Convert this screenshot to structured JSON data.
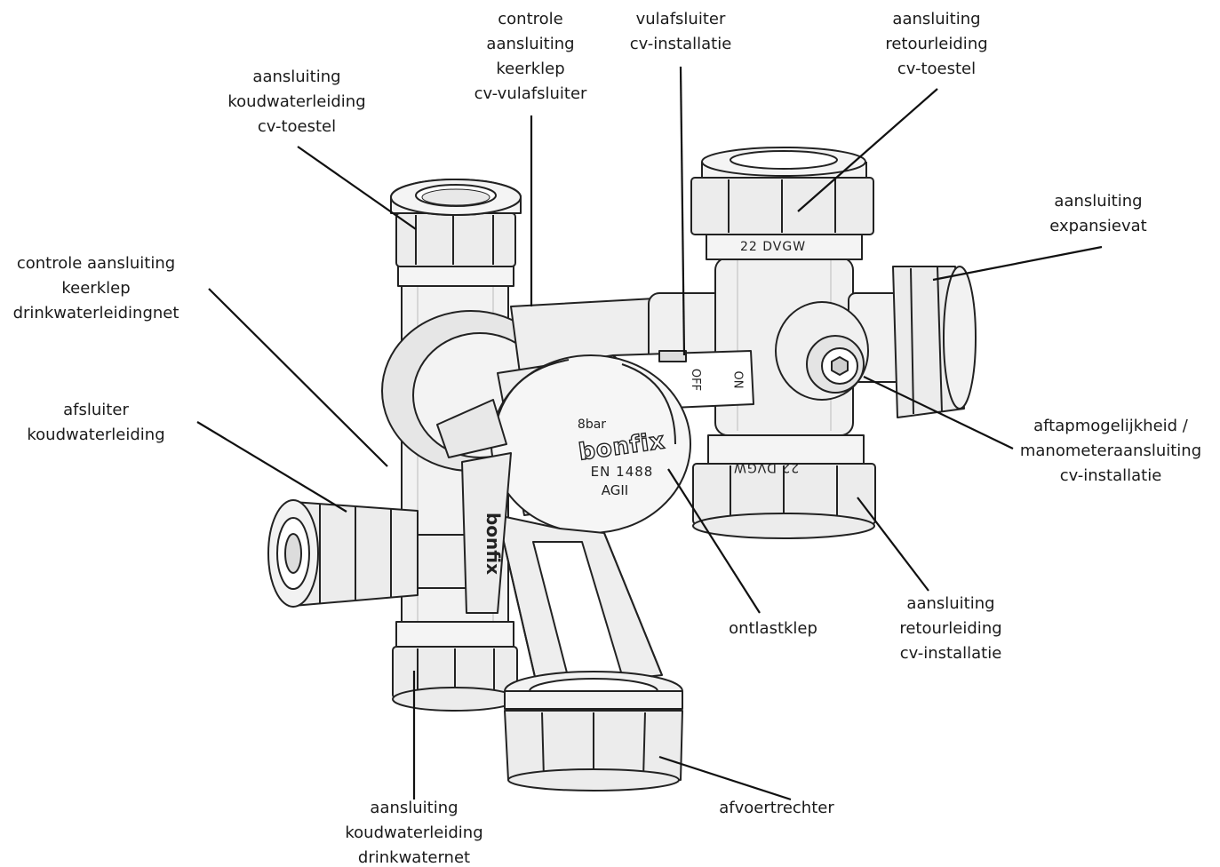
{
  "labels": {
    "ctrl_keerklep_cv": [
      "controle",
      "aansluiting",
      "keerklep",
      "cv-vulafsluiter"
    ],
    "vulafsluiter": [
      "vulafsluiter",
      "cv-installatie"
    ],
    "retour_toestel": [
      "aansluiting",
      "retourleiding",
      "cv-toestel"
    ],
    "koud_toestel": [
      "aansluiting",
      "koudwaterleiding",
      "cv-toestel"
    ],
    "expansievat": [
      "aansluiting",
      "expansievat"
    ],
    "ctrl_keerklep_drink": [
      "controle aansluiting",
      "keerklep",
      "drinkwaterleidingnet"
    ],
    "afsluiter_koud": [
      "afsluiter",
      "koudwaterleiding"
    ],
    "aftap": [
      "aftapmogelijkheid /",
      "manometeraansluiting",
      "cv-installatie"
    ],
    "ontlastklep": [
      "ontlastklep"
    ],
    "retour_installatie": [
      "aansluiting",
      "retourleiding",
      "cv-installatie"
    ],
    "afvoertrechter": [
      "afvoertrechter"
    ],
    "koud_drinkwaternet": [
      "aansluiting",
      "koudwaterleiding",
      "drinkwaternet"
    ]
  },
  "body_markings": {
    "pressure": "8bar",
    "brand": "bonfix",
    "standard": "EN 1488",
    "class": "AGII",
    "fitting_top": "22 DVGW",
    "fitting_bottom": "22 DVGW",
    "handle_off": "OFF",
    "handle_on": "ON",
    "side_brand": "bonfix"
  }
}
